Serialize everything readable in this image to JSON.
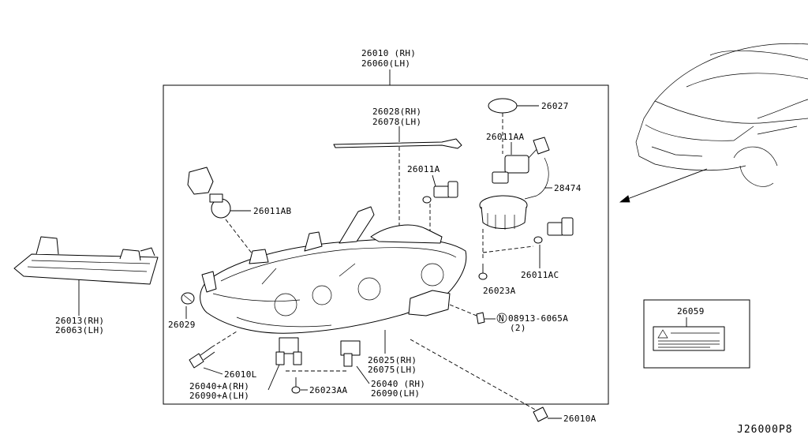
{
  "diagram": {
    "code": "J26000P8",
    "labels": {
      "headlamp_assy_rh": "26010 (RH)",
      "headlamp_assy_lh": "26060(LH)",
      "strip_rh": "26028(RH)",
      "strip_lh": "26078(LH)",
      "seal_ring": "26027",
      "bulb_aa": "26011AA",
      "bulb_a": "26011A",
      "harness": "28474",
      "bulb_ab": "26011AB",
      "bulb_ac": "26011AC",
      "screw_23a": "26023A",
      "nut_code": "08913-6065A",
      "nut_qty": "(2)",
      "socket": "26029",
      "bolt_10l": "26010L",
      "bracket_rh": "26040+A(RH)",
      "bracket_lh": "26090+A(LH)",
      "screw_23aa": "26023AA",
      "bracket2_rh": "26040 (RH)",
      "bracket2_lh": "26090(LH)",
      "housing_rh": "26025(RH)",
      "housing_lh": "26075(LH)",
      "bolt_10a": "26010A",
      "lamp_rh": "26013(RH)",
      "lamp_lh": "26063(LH)",
      "caution_label": "26059",
      "nut_symbol": "N"
    }
  }
}
